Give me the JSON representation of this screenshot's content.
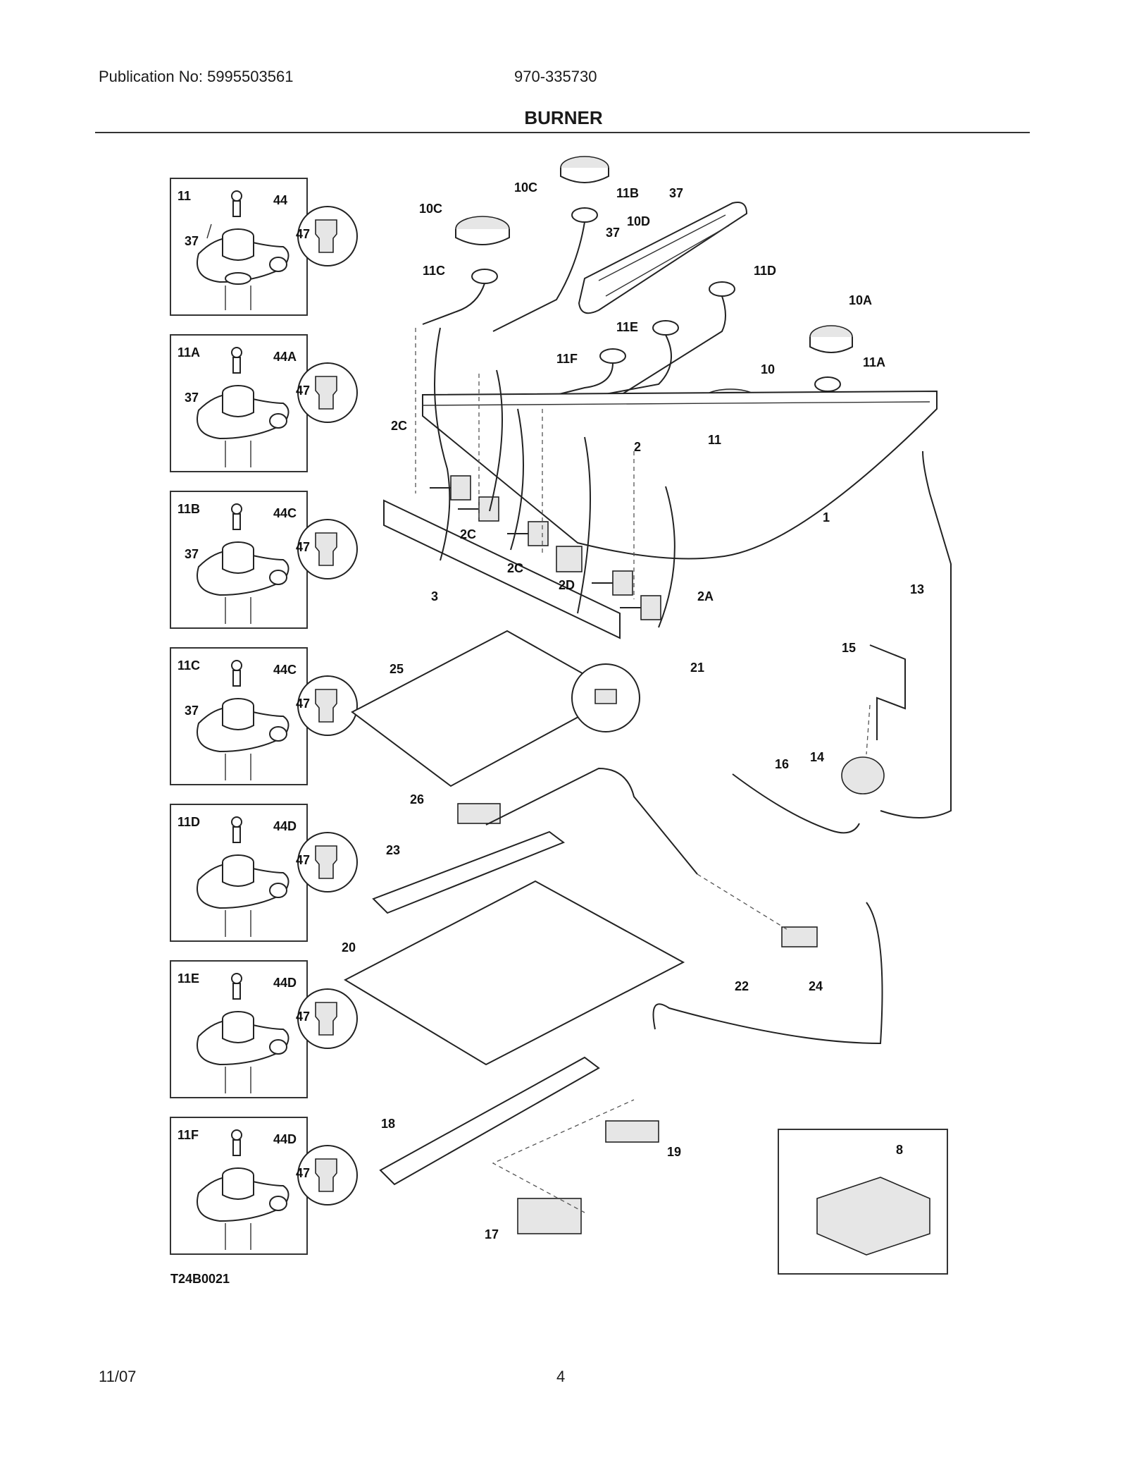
{
  "header": {
    "publication": "Publication No: 5995503561",
    "model": "970-335730",
    "title": "BURNER"
  },
  "footer": {
    "date": "11/07",
    "page": "4"
  },
  "figure_code": "T24B0021",
  "insets": [
    {
      "id": "11",
      "part": "44",
      "screw": "37",
      "orifice": "47"
    },
    {
      "id": "11A",
      "part": "44A",
      "screw": "37",
      "orifice": "47"
    },
    {
      "id": "11B",
      "part": "44C",
      "screw": "37",
      "orifice": "47"
    },
    {
      "id": "11C",
      "part": "44C",
      "screw": "37",
      "orifice": "47"
    },
    {
      "id": "11D",
      "part": "44D",
      "screw": "",
      "orifice": "47"
    },
    {
      "id": "11E",
      "part": "44D",
      "screw": "",
      "orifice": "47"
    },
    {
      "id": "11F",
      "part": "44D",
      "screw": "",
      "orifice": "47"
    }
  ],
  "callouts": {
    "c10C_top": "10C",
    "c11B": "11B",
    "c37_top": "37",
    "c10C_left": "10C",
    "c37_mid": "37",
    "c10D": "10D",
    "c11C": "11C",
    "c11D": "11D",
    "c10A": "10A",
    "c11E": "11E",
    "c11F": "11F",
    "c11A": "11A",
    "c10": "10",
    "c11": "11",
    "c2C_a": "2C",
    "c2": "2",
    "c1": "1",
    "c2C_b": "2C",
    "c2C_c": "2C",
    "c2D": "2D",
    "c3": "3",
    "c2A": "2A",
    "c13": "13",
    "c25": "25",
    "c21": "21",
    "c15": "15",
    "c16": "16",
    "c14": "14",
    "c26": "26",
    "c23": "23",
    "c20": "20",
    "c24": "24",
    "c22": "22",
    "c18": "18",
    "c19": "19",
    "c8": "8",
    "c17": "17"
  }
}
